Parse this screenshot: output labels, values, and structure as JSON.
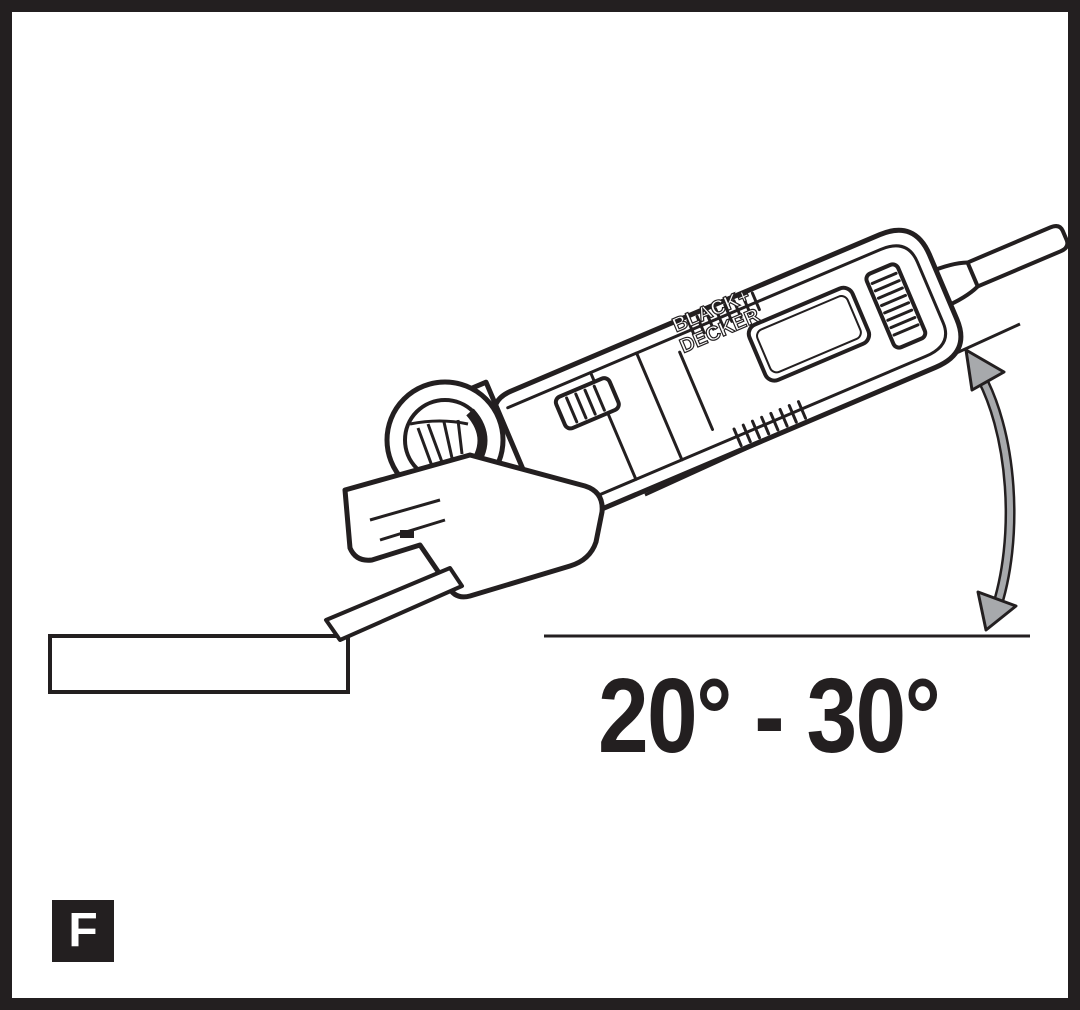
{
  "angle_label": "20° - 30°",
  "panel_letter": "F",
  "logo_text": [
    "BLACK+",
    "DECKER"
  ],
  "colors": {
    "ink": "#231f20",
    "paper": "#ffffff",
    "arrow_fill": "#a7a9ac"
  },
  "icons": [
    "angle-grinder",
    "workpiece",
    "double-arrow"
  ]
}
